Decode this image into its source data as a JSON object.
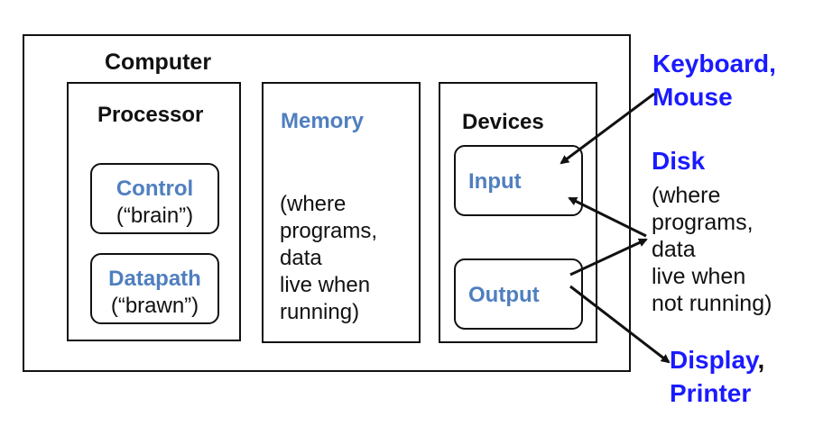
{
  "computer": {
    "title": "Computer",
    "processor": {
      "title": "Processor",
      "control": {
        "name": "Control",
        "desc": "(“brain”)"
      },
      "datapath": {
        "name": "Datapath",
        "desc": "(“brawn”)"
      }
    },
    "memory": {
      "title": "Memory",
      "lines": [
        "(where",
        "programs,",
        "data",
        "live when",
        "running)"
      ]
    },
    "devices": {
      "title": "Devices",
      "input": "Input",
      "output": "Output"
    }
  },
  "external": {
    "keyboard": [
      "Keyboard,",
      "Mouse"
    ],
    "disk_title": "Disk",
    "disk_lines": [
      "(where",
      "programs,",
      "data",
      "live when",
      "not running)"
    ],
    "display": "Display",
    "display_comma": ",",
    "printer": "Printer"
  },
  "colors": {
    "component_label": "#4f7fbf",
    "external_label": "#1a1aff",
    "lines": "#111111"
  }
}
